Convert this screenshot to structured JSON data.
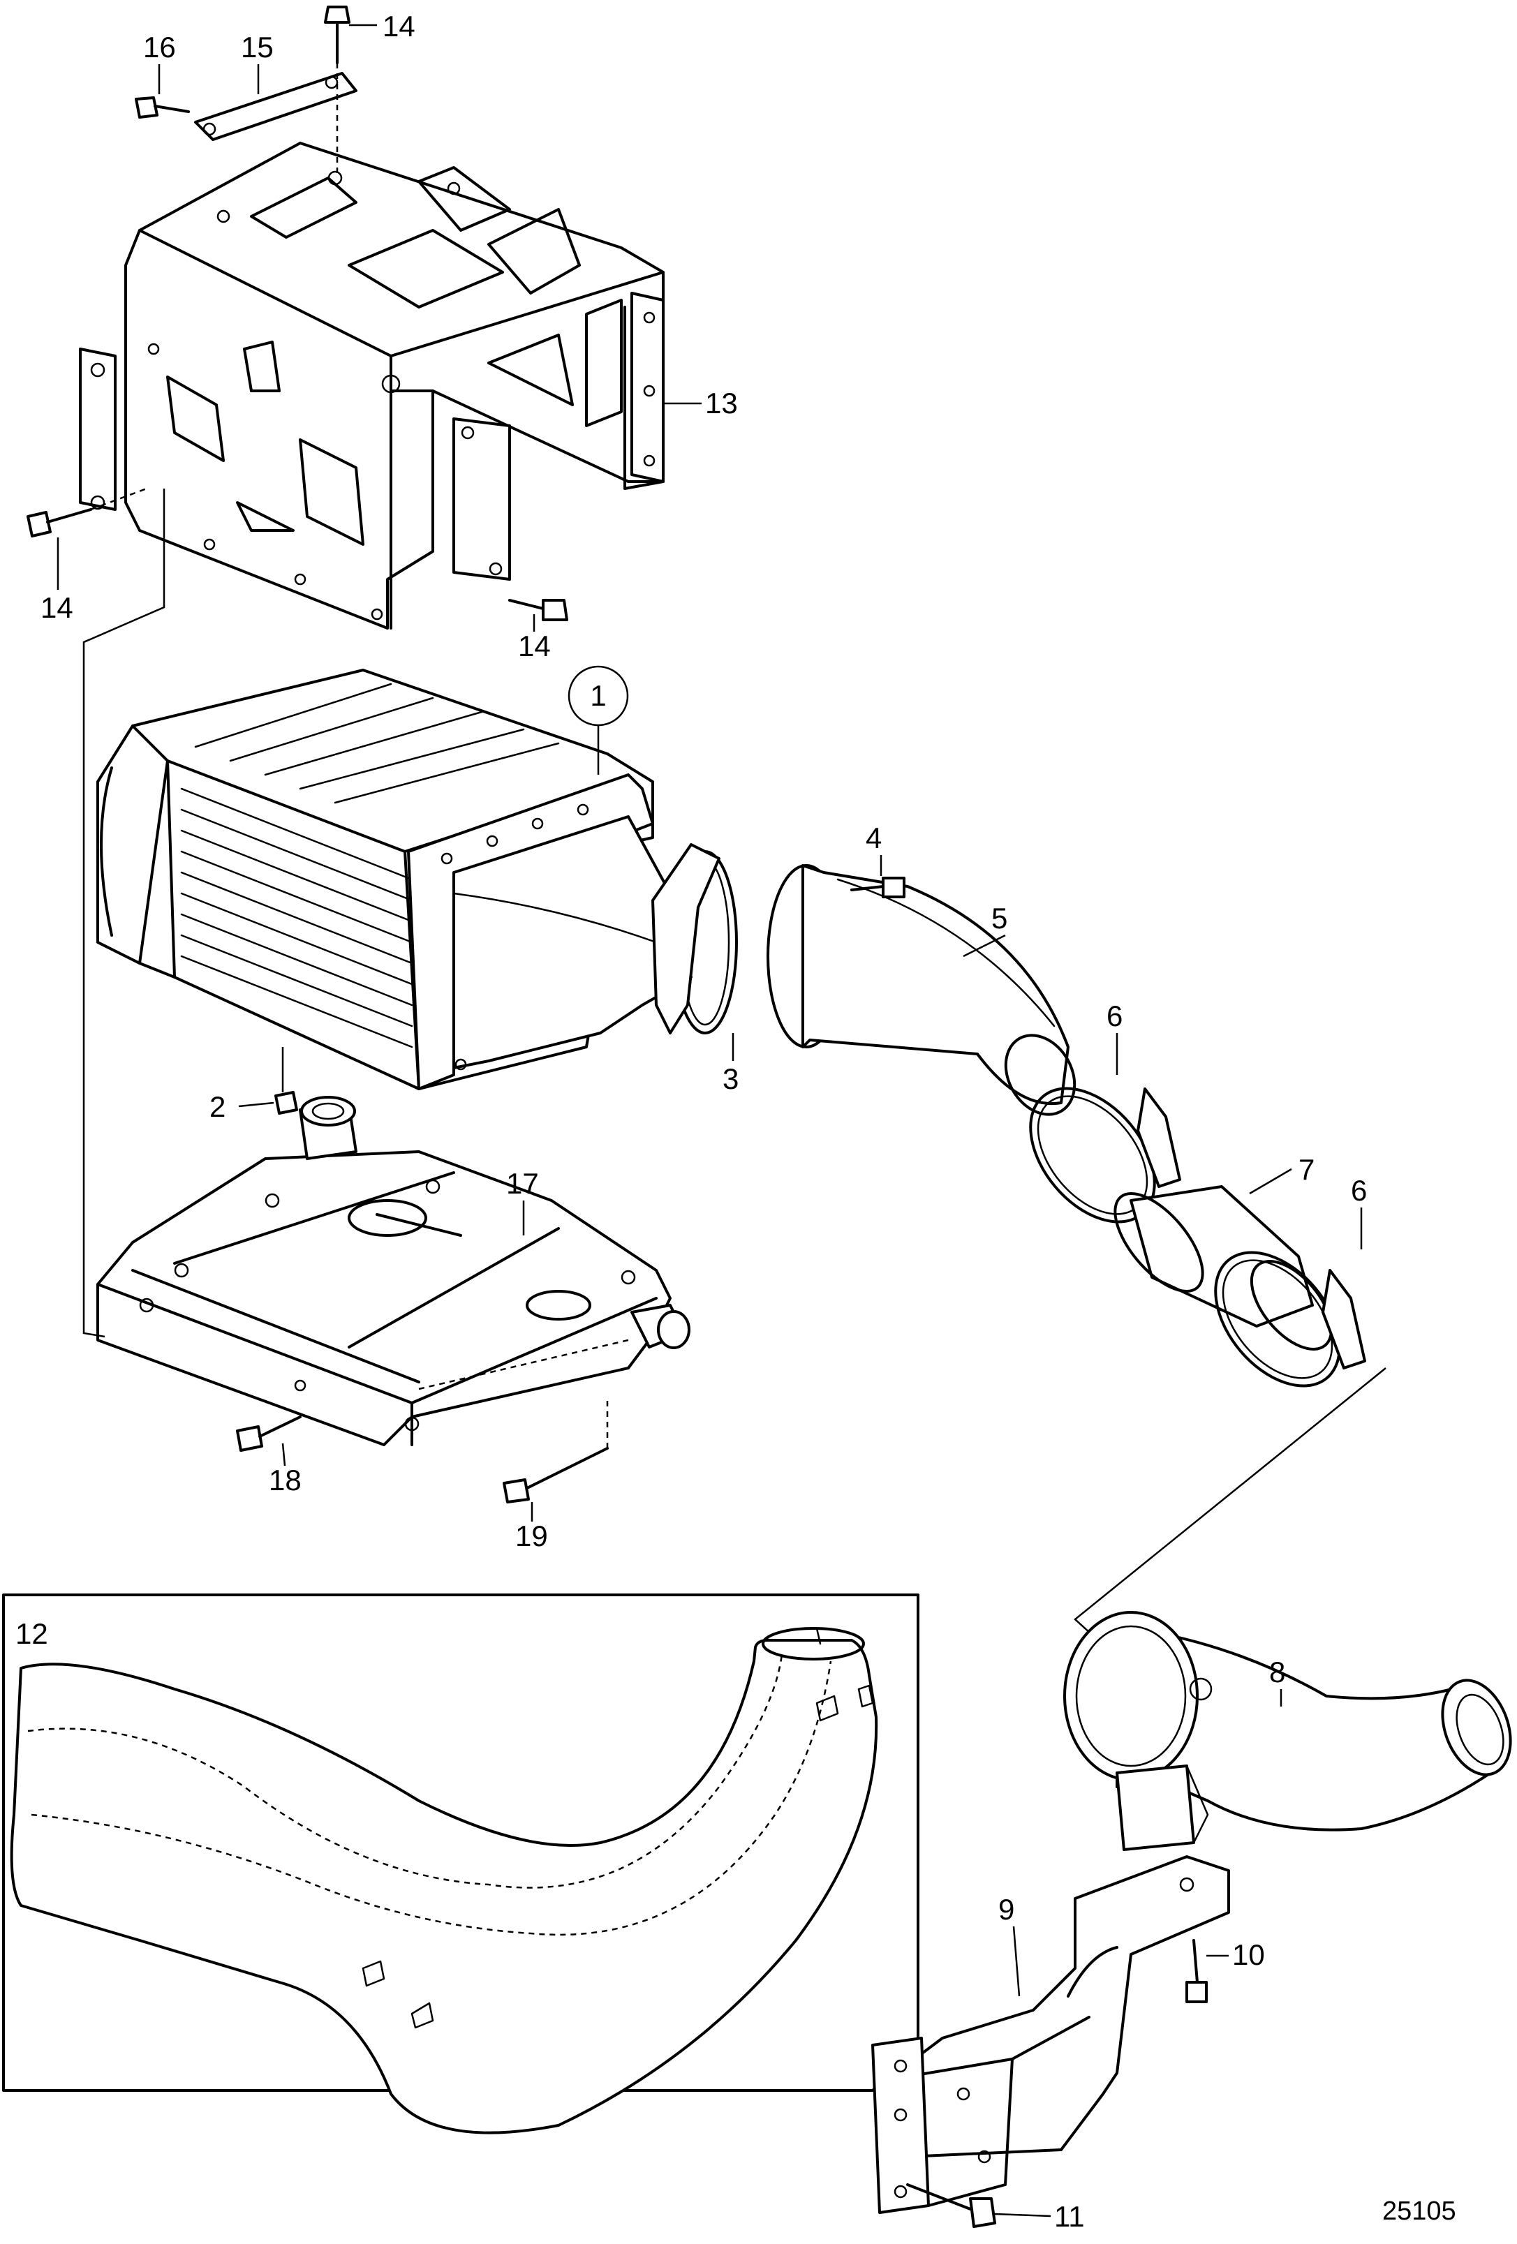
{
  "diagram_id": "25105",
  "labels": {
    "p1": "1",
    "p2": "2",
    "p3": "3",
    "p4": "4",
    "p5": "5",
    "p6a": "6",
    "p6b": "6",
    "p7": "7",
    "p8": "8",
    "p9": "9",
    "p10": "10",
    "p11": "11",
    "p12": "12",
    "p13": "13",
    "p14a": "14",
    "p14b": "14",
    "p14c": "14",
    "p15": "15",
    "p16": "16",
    "p17": "17",
    "p18": "18",
    "p19": "19"
  }
}
